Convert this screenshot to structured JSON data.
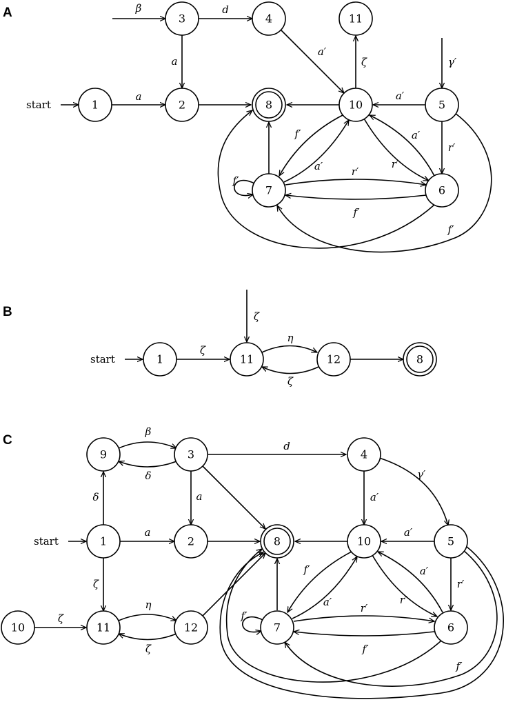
{
  "panels": [
    {
      "label": "A",
      "start_label": "start",
      "nodes": [
        {
          "id": "1",
          "accepting": false
        },
        {
          "id": "2",
          "accepting": false
        },
        {
          "id": "3",
          "accepting": false
        },
        {
          "id": "4",
          "accepting": false
        },
        {
          "id": "5",
          "accepting": false
        },
        {
          "id": "6",
          "accepting": false
        },
        {
          "id": "7",
          "accepting": false
        },
        {
          "id": "8",
          "accepting": true
        },
        {
          "id": "10",
          "accepting": false
        },
        {
          "id": "11",
          "accepting": false
        }
      ],
      "entry_arrows": [
        {
          "to": "1",
          "label": "start"
        },
        {
          "to": "3",
          "label": "β"
        },
        {
          "to": "5",
          "label": "γ′"
        }
      ],
      "edges": [
        {
          "from": "1",
          "to": "2",
          "label": "a"
        },
        {
          "from": "3",
          "to": "2",
          "label": "a"
        },
        {
          "from": "3",
          "to": "4",
          "label": "d"
        },
        {
          "from": "4",
          "to": "10",
          "label": "a′"
        },
        {
          "from": "2",
          "to": "8",
          "label": ""
        },
        {
          "from": "10",
          "to": "8",
          "label": ""
        },
        {
          "from": "10",
          "to": "11",
          "label": "ζ"
        },
        {
          "from": "5",
          "to": "10",
          "label": "a′"
        },
        {
          "from": "5",
          "to": "6",
          "label": "r′"
        },
        {
          "from": "6",
          "to": "10",
          "label": "a′"
        },
        {
          "from": "10",
          "to": "6",
          "label": "r′"
        },
        {
          "from": "10",
          "to": "7",
          "label": "f′"
        },
        {
          "from": "7",
          "to": "10",
          "label": "a′"
        },
        {
          "from": "7",
          "to": "8",
          "label": ""
        },
        {
          "from": "7",
          "to": "7",
          "label": "f′"
        },
        {
          "from": "7",
          "to": "6",
          "label": "r′"
        },
        {
          "from": "6",
          "to": "7",
          "label": "f′"
        },
        {
          "from": "6",
          "to": "8",
          "label": ""
        },
        {
          "from": "5",
          "to": "7",
          "label": "f′"
        }
      ]
    },
    {
      "label": "B",
      "start_label": "start",
      "nodes": [
        {
          "id": "1",
          "accepting": false
        },
        {
          "id": "11",
          "accepting": false
        },
        {
          "id": "12",
          "accepting": false
        },
        {
          "id": "8",
          "accepting": true
        }
      ],
      "entry_arrows": [
        {
          "to": "1",
          "label": "start"
        },
        {
          "to": "11",
          "label": "ζ"
        }
      ],
      "edges": [
        {
          "from": "1",
          "to": "11",
          "label": "ζ"
        },
        {
          "from": "11",
          "to": "12",
          "label": "η"
        },
        {
          "from": "12",
          "to": "11",
          "label": "ζ"
        },
        {
          "from": "12",
          "to": "8",
          "label": ""
        }
      ]
    },
    {
      "label": "C",
      "start_label": "start",
      "nodes": [
        {
          "id": "9",
          "accepting": false
        },
        {
          "id": "3",
          "accepting": false
        },
        {
          "id": "4",
          "accepting": false
        },
        {
          "id": "1",
          "accepting": false
        },
        {
          "id": "2",
          "accepting": false
        },
        {
          "id": "8",
          "accepting": true
        },
        {
          "id": "10",
          "accepting": false
        },
        {
          "id": "5",
          "accepting": false
        },
        {
          "id": "7",
          "accepting": false
        },
        {
          "id": "6",
          "accepting": false
        },
        {
          "id": "11",
          "accepting": false
        },
        {
          "id": "12",
          "accepting": false
        },
        {
          "id": "10",
          "accepting": false
        }
      ],
      "entry_arrows": [
        {
          "to": "1",
          "label": "start"
        }
      ],
      "edges": [
        {
          "from": "9",
          "to": "3",
          "label": "β"
        },
        {
          "from": "3",
          "to": "9",
          "label": "δ"
        },
        {
          "from": "3",
          "to": "4",
          "label": "d"
        },
        {
          "from": "4",
          "to": "5",
          "label": "γ′"
        },
        {
          "from": "1",
          "to": "9",
          "label": "δ"
        },
        {
          "from": "3",
          "to": "2",
          "label": "a"
        },
        {
          "from": "4",
          "to": "10",
          "label": "a′"
        },
        {
          "from": "1",
          "to": "2",
          "label": "a"
        },
        {
          "from": "2",
          "to": "8",
          "label": ""
        },
        {
          "from": "3",
          "to": "8",
          "label": ""
        },
        {
          "from": "10",
          "to": "8",
          "label": ""
        },
        {
          "from": "5",
          "to": "10",
          "label": "a′"
        },
        {
          "from": "1",
          "to": "11",
          "label": "ζ"
        },
        {
          "from": "10",
          "to": "11",
          "label": "ζ"
        },
        {
          "from": "11",
          "to": "12",
          "label": "η"
        },
        {
          "from": "12",
          "to": "11",
          "label": "ζ"
        },
        {
          "from": "12",
          "to": "8",
          "label": ""
        },
        {
          "from": "10",
          "to": "7",
          "label": "f′"
        },
        {
          "from": "7",
          "to": "10",
          "label": "a′"
        },
        {
          "from": "10",
          "to": "6",
          "label": "r′"
        },
        {
          "from": "6",
          "to": "10",
          "label": "a′"
        },
        {
          "from": "5",
          "to": "6",
          "label": "r′"
        },
        {
          "from": "7",
          "to": "8",
          "label": ""
        },
        {
          "from": "7",
          "to": "7",
          "label": "f′"
        },
        {
          "from": "7",
          "to": "6",
          "label": "r′"
        },
        {
          "from": "6",
          "to": "7",
          "label": "f′"
        },
        {
          "from": "6",
          "to": "8",
          "label": ""
        },
        {
          "from": "5",
          "to": "7",
          "label": "f′"
        },
        {
          "from": "5",
          "to": "8",
          "label": ""
        }
      ]
    }
  ]
}
